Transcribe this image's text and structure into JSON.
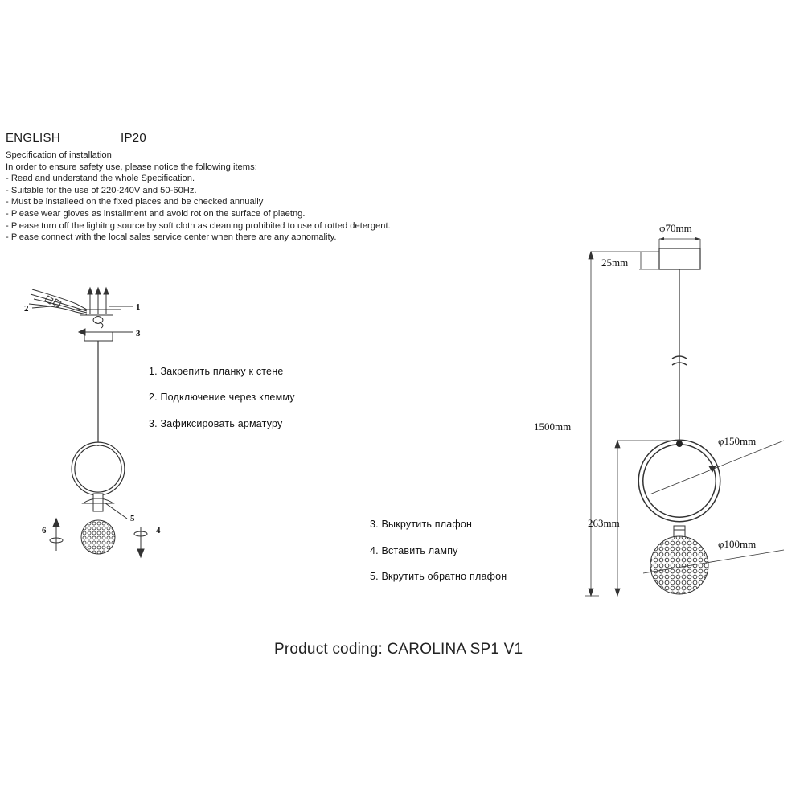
{
  "header": {
    "language": "ENGLISH",
    "ip_rating": "IP20"
  },
  "specification": {
    "lines": [
      "Specification of installation",
      "In order to ensure safety use, please notice the following items:",
      "- Read and understand the whole Specification.",
      "- Suitable for the use of 220-240V and 50-60Hz.",
      "- Must be installeed on the fixed places and be checked annually",
      "- Please wear gloves as installment and avoid rot on the surface of plaetng.",
      "- Please turn off the lighitng source by soft cloth as cleaning prohibited to use of rotted detergent.",
      "- Please connect with the local sales service center when there are any abnomality."
    ]
  },
  "install_steps": [
    "1. Закрепить планку к стене",
    "2. Подключение через клемму",
    "3. Зафиксировать арматуру"
  ],
  "lamp_steps": [
    "3. Выкрутить плафон",
    "4. Вставить лампу",
    "5. Вкрутить обратно плафон"
  ],
  "callouts": {
    "c1": "1",
    "c2": "2",
    "c3": "3",
    "c4": "4",
    "c5": "5",
    "c6": "6"
  },
  "dimensions": {
    "canopy_diameter": "φ70mm",
    "canopy_height": "25mm",
    "total_length": "1500mm",
    "ring_diameter": "φ150mm",
    "body_height": "263mm",
    "shade_diameter": "φ100mm"
  },
  "product_coding": "Product coding: CAROLINA SP1 V1"
}
